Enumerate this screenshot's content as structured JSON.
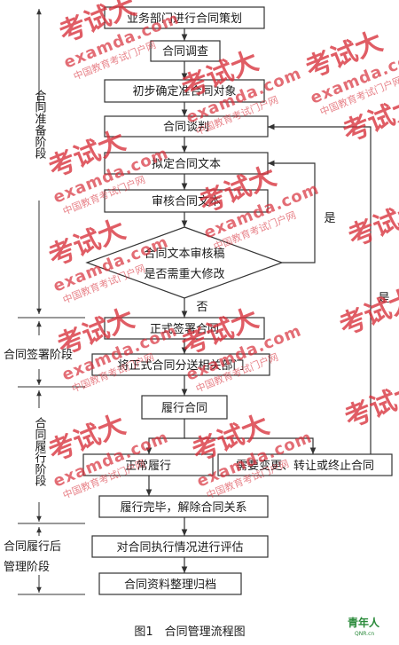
{
  "nodes": {
    "plan": "业务部门进行合同策划",
    "survey": "合同调查",
    "prelim": "初步确定准合同对象",
    "negotiate": "合同谈判",
    "draft": "拟定合同文本",
    "review": "审核合同文本",
    "decision_line1": "合同文本审核稿",
    "decision_line2": "是否需重大修改",
    "sign": "正式签署合同",
    "distribute": "将正式合同分送相关部门",
    "perform": "履行合同",
    "normal": "正常履行",
    "change": "需要变更、转让或终止合同",
    "complete": "履行完毕，解除合同关系",
    "evaluate": "对合同执行情况进行评估",
    "archive": "合同资料整理归档"
  },
  "edge_labels": {
    "yes_redraft": "是",
    "yes_renegotiate": "是",
    "no": "否"
  },
  "phases": {
    "prep": "合同准备阶段",
    "sign_line": "合同签署阶段",
    "perform": "合同履行阶段",
    "post_line1": "合同履行后",
    "post_line2": "管理阶段"
  },
  "caption": "图1　合同管理流程图",
  "watermark": {
    "big": "考试大",
    "url": "examda.com",
    "cn": "中国教育考试门户网"
  },
  "brand": {
    "name": "青年人",
    "url": "QNR.cn"
  }
}
